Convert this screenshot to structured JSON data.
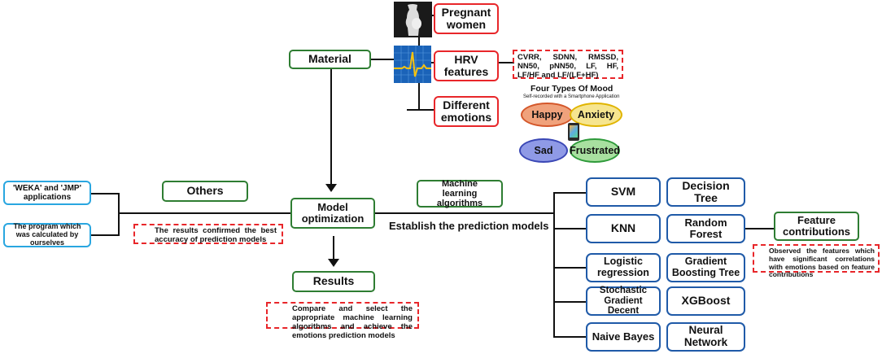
{
  "material": {
    "label": "Material",
    "pregnant": "Pregnant women",
    "hrv": "HRV features",
    "hrv_list": "CVRR, SDNN, RMSSD, NN50, pNN50, LF, HF, LF/HF and LF/(LF+HF)",
    "emotions": "Different emotions"
  },
  "mood": {
    "title": "Four Types Of Mood",
    "subtitle": "Self-recorded with a Smartphone Application",
    "items": [
      {
        "label": "Happy",
        "fill": "#f0a27c",
        "border": "#d4572a"
      },
      {
        "label": "Anxiety",
        "fill": "#f6e58f",
        "border": "#e0b400"
      },
      {
        "label": "Sad",
        "fill": "#8f9ae6",
        "border": "#3a47b5"
      },
      {
        "label": "Frustrated",
        "fill": "#a8e0a0",
        "border": "#2e9a3a"
      }
    ]
  },
  "others": {
    "label": "Others",
    "weka": "'WEKA' and 'JMP' applications",
    "program": "The program which was calculated by ourselves",
    "note": "The results confirmed the best accuracy of prediction models"
  },
  "model": {
    "label": "Model optimization",
    "ml": "Machine learning algorithms",
    "establish": "Establish the prediction models"
  },
  "results": {
    "label": "Results",
    "note": "Compare and select the appropriate machine learning algorithms and achieve the emotions prediction models"
  },
  "algorithms": [
    "SVM",
    "Decision Tree",
    "KNN",
    "Random Forest",
    "Logistic regression",
    "Gradient Boosting Tree",
    "Stochastic Gradient Decent",
    "XGBoost",
    "Naive Bayes",
    "Neural Network"
  ],
  "features": {
    "label": "Feature contributions",
    "note": "Observed the features which have significant correlations with emotions based on feature contributions"
  },
  "colors": {
    "red": "#e8262a",
    "green": "#2e7d32",
    "blue": "#1f5aa8",
    "cyan": "#29a6e0"
  }
}
